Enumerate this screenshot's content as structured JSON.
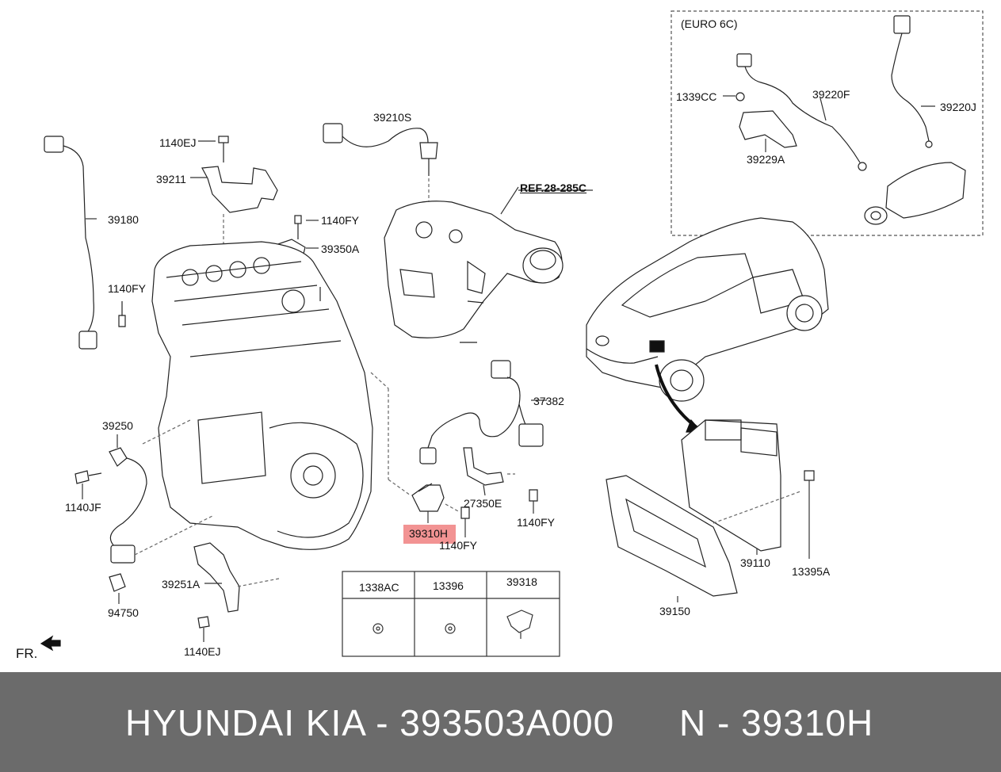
{
  "diagram": {
    "labels": {
      "euro6c": "(EURO 6C)",
      "p1339CC": "1339CC",
      "p39220F": "39220F",
      "p39220J": "39220J",
      "p39229A": "39229A",
      "p39210S": "39210S",
      "p1140EJ_top": "1140EJ",
      "p39211": "39211",
      "ref": "REF.28-285C",
      "p39180": "39180",
      "p1140FY_a": "1140FY",
      "p39350A": "39350A",
      "p1140FY_b": "1140FY",
      "p37382": "37382",
      "p39250": "39250",
      "p1140JF": "1140JF",
      "p27350E": "27350E",
      "p1140FY_c": "1140FY",
      "p39310H": "39310H",
      "p1140FY_d": "1140FY",
      "p39110": "39110",
      "p13395A": "13395A",
      "p39150": "39150",
      "p39251A": "39251A",
      "p94750": "94750",
      "p1140EJ_bottom": "1140EJ",
      "fr": "FR."
    },
    "parts_table": {
      "headers": [
        "1338AC",
        "13396",
        "39318"
      ]
    },
    "highlight_color": "#f08080"
  },
  "footer": {
    "brand": "HYUNDAI  KIA - 393503A000",
    "ref": "N - 39310H",
    "background": "#6b6b6b"
  }
}
